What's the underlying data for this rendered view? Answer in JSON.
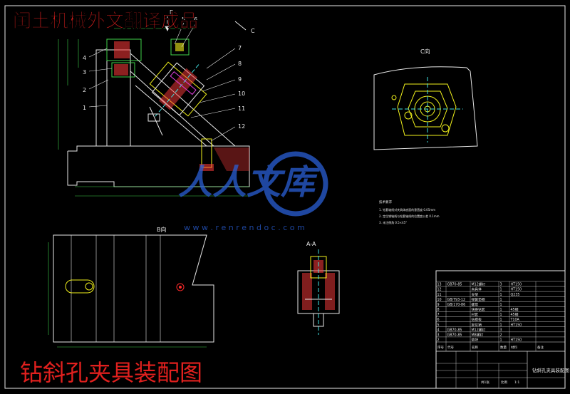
{
  "colors": {
    "background": "#000000",
    "white_line": "#e8e8e8",
    "green_line": "#3fd24a",
    "yellow_line": "#f2f21c",
    "red_line": "#ff2a2a",
    "magenta_line": "#e040e0",
    "cyan_line": "#40e0e0",
    "hatch": "#ff3b3b",
    "banner_red": "#e0201e",
    "watermark_blue": "#2a5fd6"
  },
  "banner": {
    "top": "闰土机械外文翻译成品",
    "bottom": "钻斜孔夹具装配图"
  },
  "watermark": {
    "text": "人人文库",
    "url": "w w w . r e n r e n d o c . c o m"
  },
  "views": {
    "c_view": "C向",
    "b_view": "B向",
    "a_section": "A-A"
  },
  "markers": {
    "b_arrow": "B",
    "c_arrow": "C"
  },
  "part_callouts": [
    "1",
    "2",
    "3",
    "4",
    "5",
    "6",
    "7",
    "8",
    "9",
    "10",
    "11",
    "12"
  ],
  "tech_requirements": {
    "title": "技术要求",
    "items": [
      "1. 钻套轴线对夹具体底面的垂直度 0.05mm",
      "2. 定位销轴线与钻套轴线的位置度公差 0.1mm",
      "3. 未注倒角 0.5×45°"
    ]
  },
  "title_block": {
    "drawing_title": "钻斜孔夹具装配图",
    "header_cols": [
      "序号",
      "代号",
      "名称",
      "数量",
      "材料",
      "备注"
    ],
    "rows": [
      {
        "no": "13",
        "code": "GB70-85",
        "name": "M12螺钉",
        "qty": "3",
        "mat": "HT150"
      },
      {
        "no": "12",
        "code": "",
        "name": "夹具体",
        "qty": "1",
        "mat": "HT150"
      },
      {
        "no": "11",
        "code": "",
        "name": "支架",
        "qty": "1",
        "mat": "Q235"
      },
      {
        "no": "10",
        "code": "GB/T93-12",
        "name": "弹簧垫圈",
        "qty": "1",
        "mat": ""
      },
      {
        "no": "9",
        "code": "GB/170-86",
        "name": "螺母",
        "qty": "1",
        "mat": ""
      },
      {
        "no": "8",
        "code": "",
        "name": "快换钻套",
        "qty": "1",
        "mat": "45钢"
      },
      {
        "no": "7",
        "code": "",
        "name": "衬套",
        "qty": "1",
        "mat": "45钢"
      },
      {
        "no": "6",
        "code": "",
        "name": "钻模板",
        "qty": "1",
        "mat": "T10A"
      },
      {
        "no": "5",
        "code": "",
        "name": "定位销",
        "qty": "1",
        "mat": "HT150"
      },
      {
        "no": "4",
        "code": "GB70-85",
        "name": "M12螺钉",
        "qty": "3",
        "mat": ""
      },
      {
        "no": "3",
        "code": "GB70-85",
        "name": "M8螺钉",
        "qty": "2",
        "mat": ""
      },
      {
        "no": "2",
        "code": "",
        "name": "垫块",
        "qty": "1",
        "mat": "HT150"
      }
    ],
    "scale_label": "比例",
    "scale_value": "1:1",
    "sheet": "共1张"
  }
}
